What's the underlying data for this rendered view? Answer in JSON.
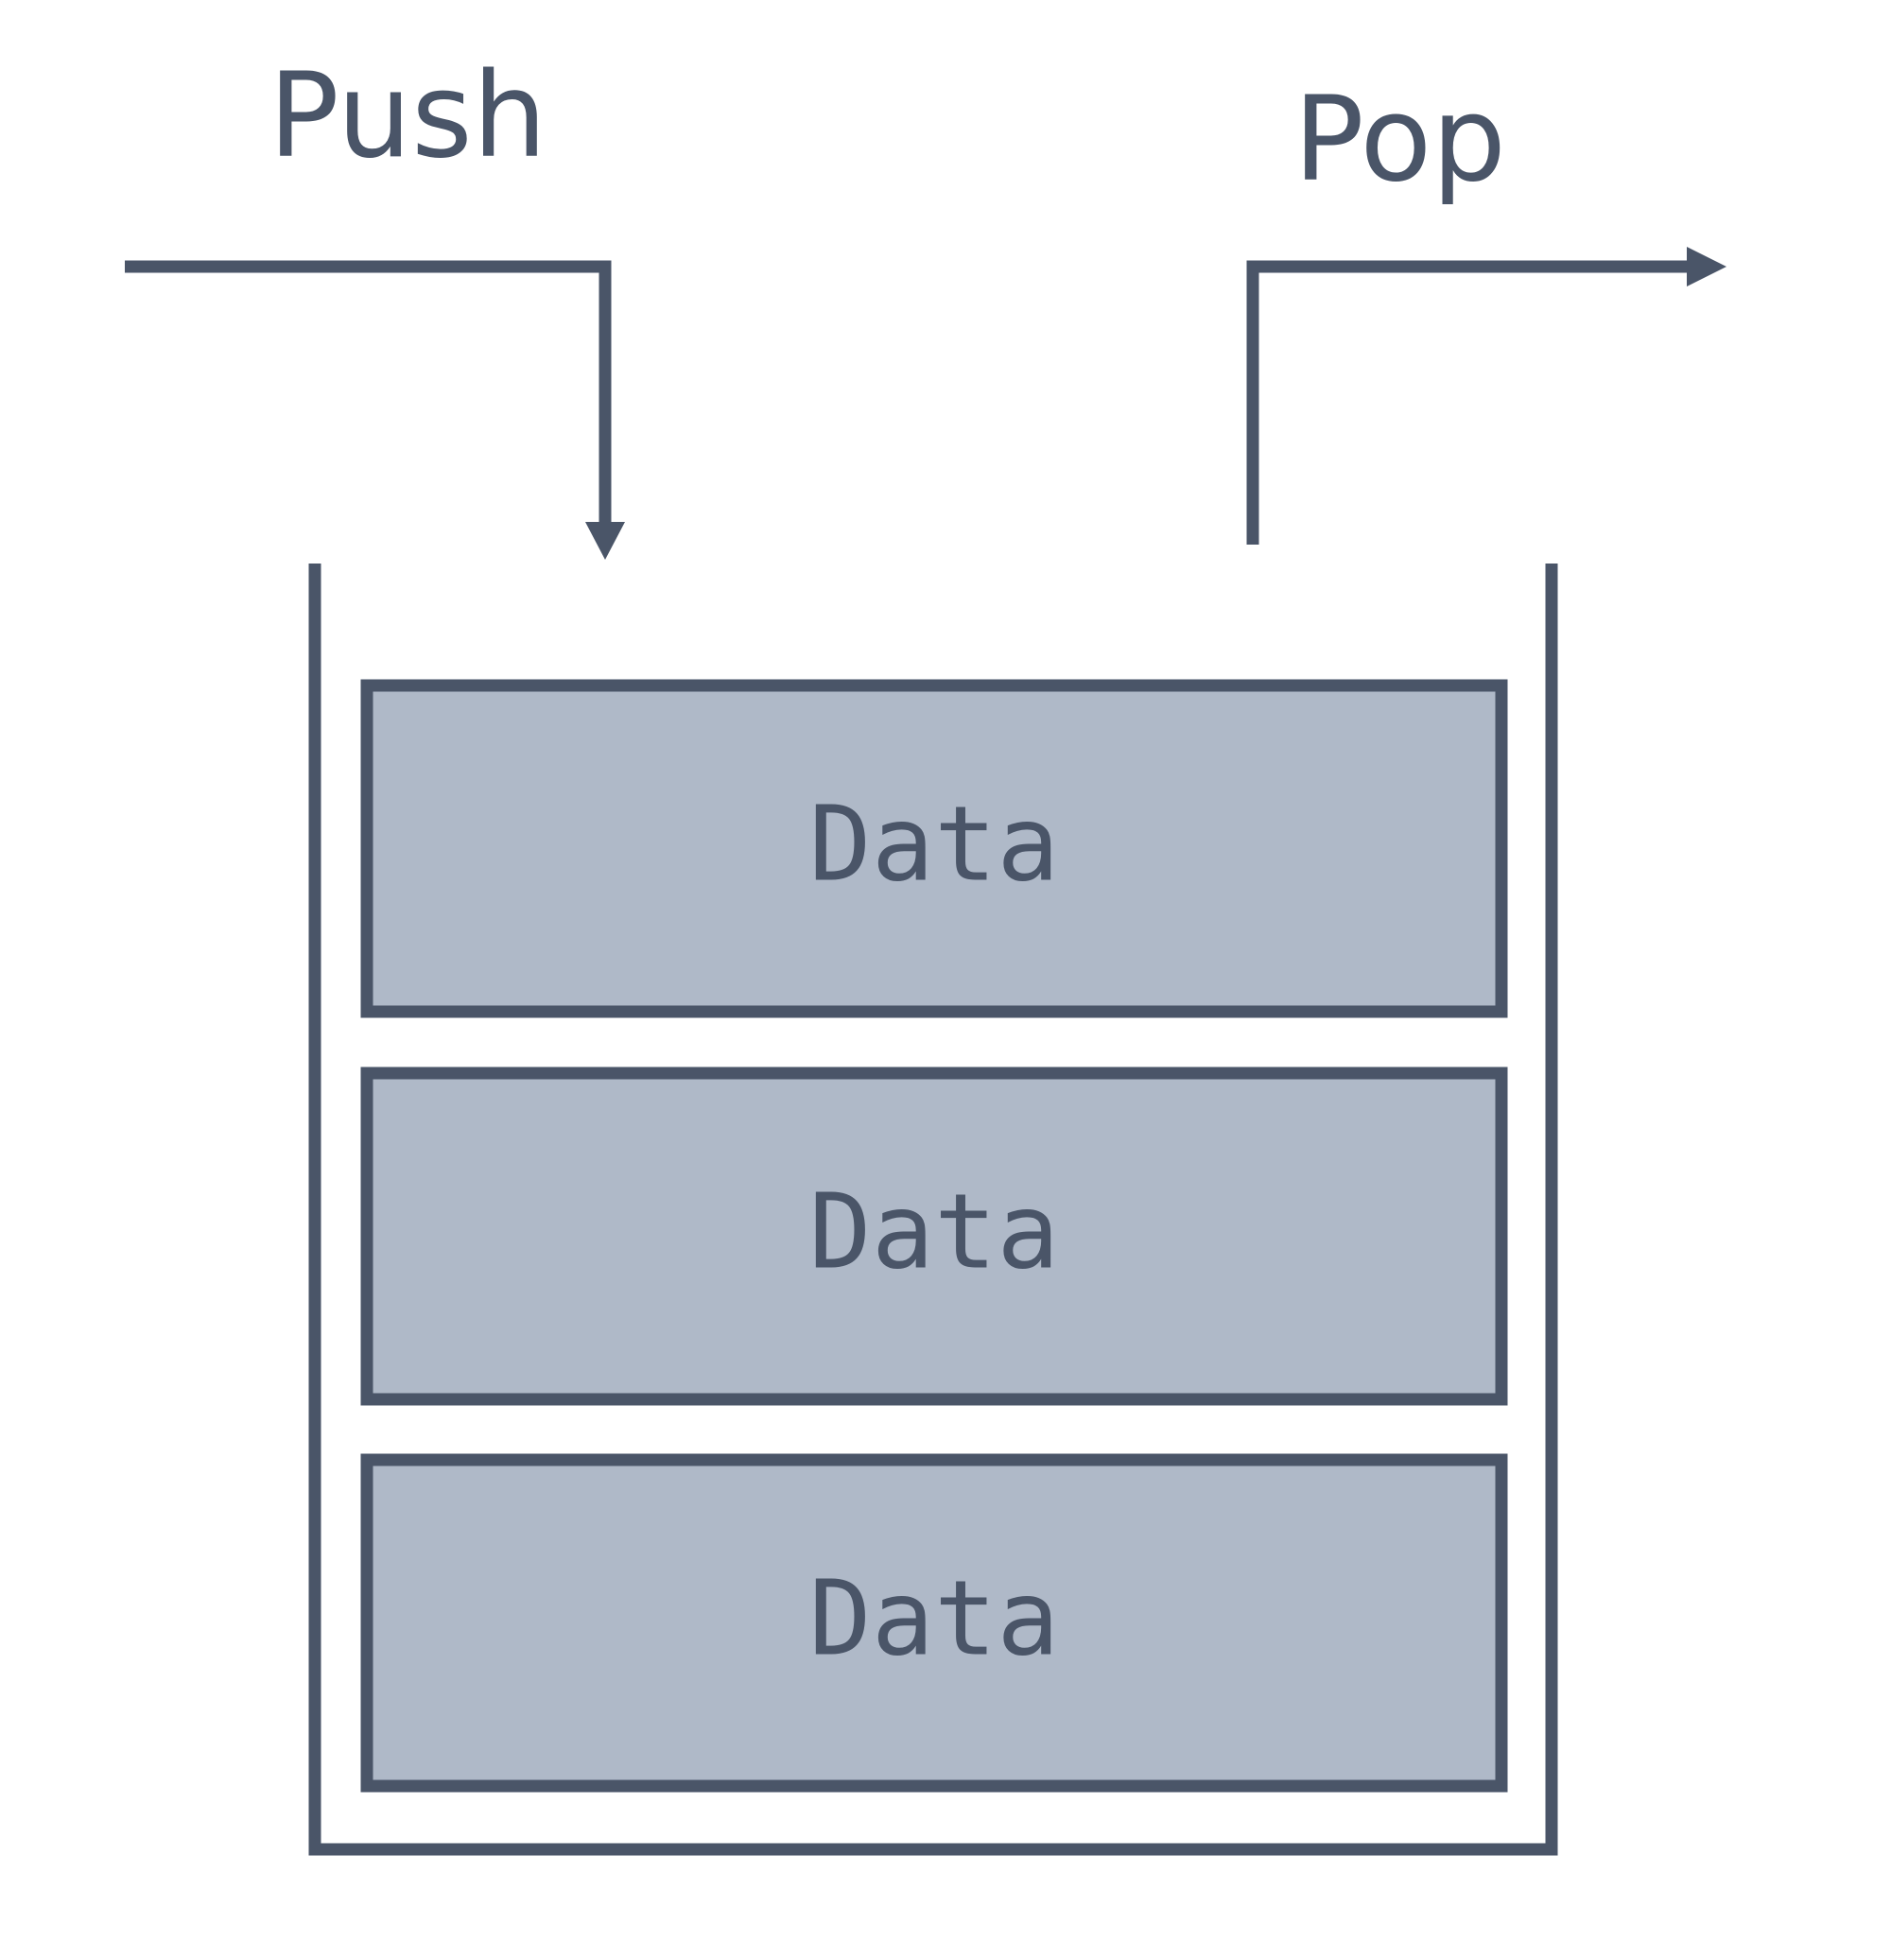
{
  "labels": {
    "push": "Push",
    "pop": "Pop"
  },
  "stack": {
    "items": [
      {
        "label": "Data"
      },
      {
        "label": "Data"
      },
      {
        "label": "Data"
      }
    ]
  },
  "colors": {
    "stroke": "#4a5568",
    "item_fill": "#afb9c8",
    "background": "#ffffff"
  }
}
